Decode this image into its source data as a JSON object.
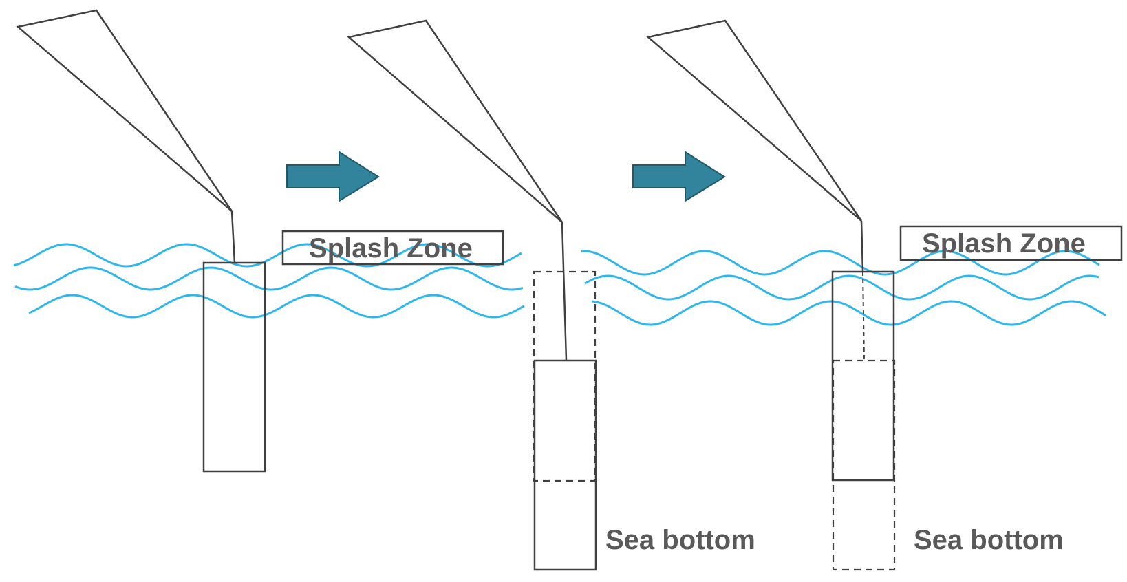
{
  "labels": {
    "splash_zone_1": "Splash Zone",
    "splash_zone_2": "Splash Zone",
    "sea_bottom_1": "Sea bottom",
    "sea_bottom_2": "Sea bottom"
  },
  "colors": {
    "wave": "#2fb6ea",
    "arrow_fill": "#31849b",
    "arrow_stroke": "#215968",
    "outline": "#404040",
    "label_text": "#595959",
    "background": "#ffffff"
  }
}
